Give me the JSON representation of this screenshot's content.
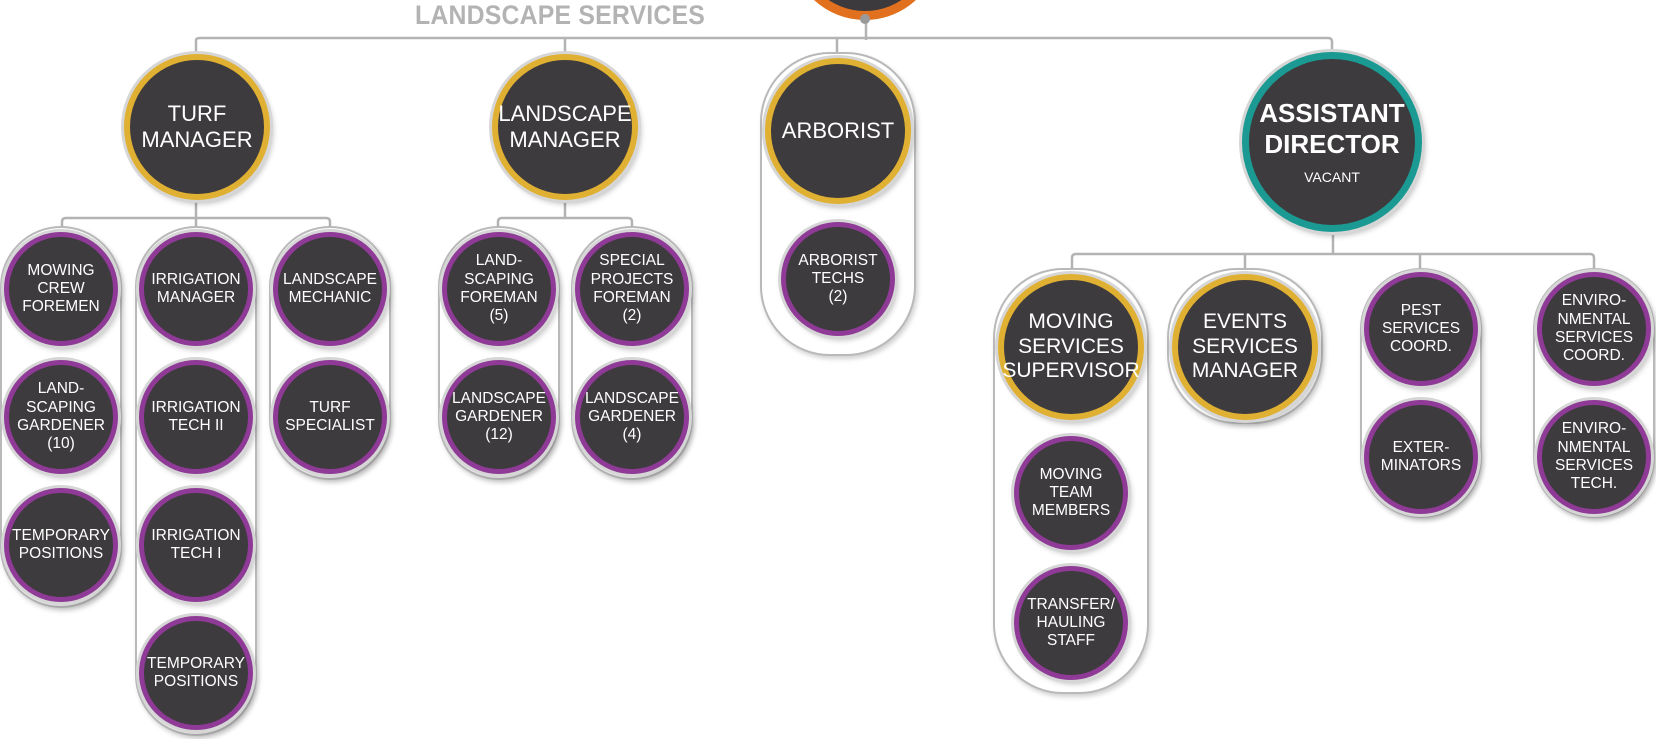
{
  "title": "LANDSCAPE SERVICES",
  "colors": {
    "connector": "#b3b3b3",
    "manager_ring": "#e0b032",
    "director_ring": "#1a9a92",
    "staff_ring": "#8e3a96",
    "top_ring": "#e2711f",
    "node_fill": "#3d3b3d"
  },
  "managers": {
    "turf": "TURF\nMANAGER",
    "landscape": "LANDSCAPE\nMANAGER",
    "arborist": "ARBORIST",
    "assistant_director": "ASSISTANT\nDIRECTOR",
    "assistant_director_status": "VACANT"
  },
  "turf_team": {
    "col1": [
      "MOWING\nCREW\nFOREMEN",
      "LAND-\nSCAPING\nGARDENER\n(10)",
      "TEMPORARY\nPOSITIONS"
    ],
    "col2": [
      "IRRIGATION\nMANAGER",
      "IRRIGATION\nTECH II",
      "IRRIGATION\nTECH I",
      "TEMPORARY\nPOSITIONS"
    ],
    "col3": [
      "LANDSCAPE\nMECHANIC",
      "TURF\nSPECIALIST"
    ]
  },
  "landscape_team": {
    "col1": [
      "LAND-\nSCAPING\nFOREMAN\n(5)",
      "LANDSCAPE\nGARDENER\n(12)"
    ],
    "col2": [
      "SPECIAL\nPROJECTS\nFOREMAN\n(2)",
      "LANDSCAPE\nGARDENER\n(4)"
    ]
  },
  "arborist_team": [
    "ARBORIST\nTECHS\n(2)"
  ],
  "assistant_director_team": {
    "moving_supervisor": "MOVING\nSERVICES\nSUPERVISOR",
    "moving_staff": [
      "MOVING\nTEAM\nMEMBERS",
      "TRANSFER/\nHAULING\nSTAFF"
    ],
    "events_manager": "EVENTS\nSERVICES\nMANAGER",
    "pest": [
      "PEST\nSERVICES\nCOORD.",
      "EXTER-\nMINATORS"
    ],
    "environmental": [
      "ENVIRO-\nNMENTAL\nSERVICES\nCOORD.",
      "ENVIRO-\nNMENTAL\nSERVICES\nTECH."
    ]
  }
}
